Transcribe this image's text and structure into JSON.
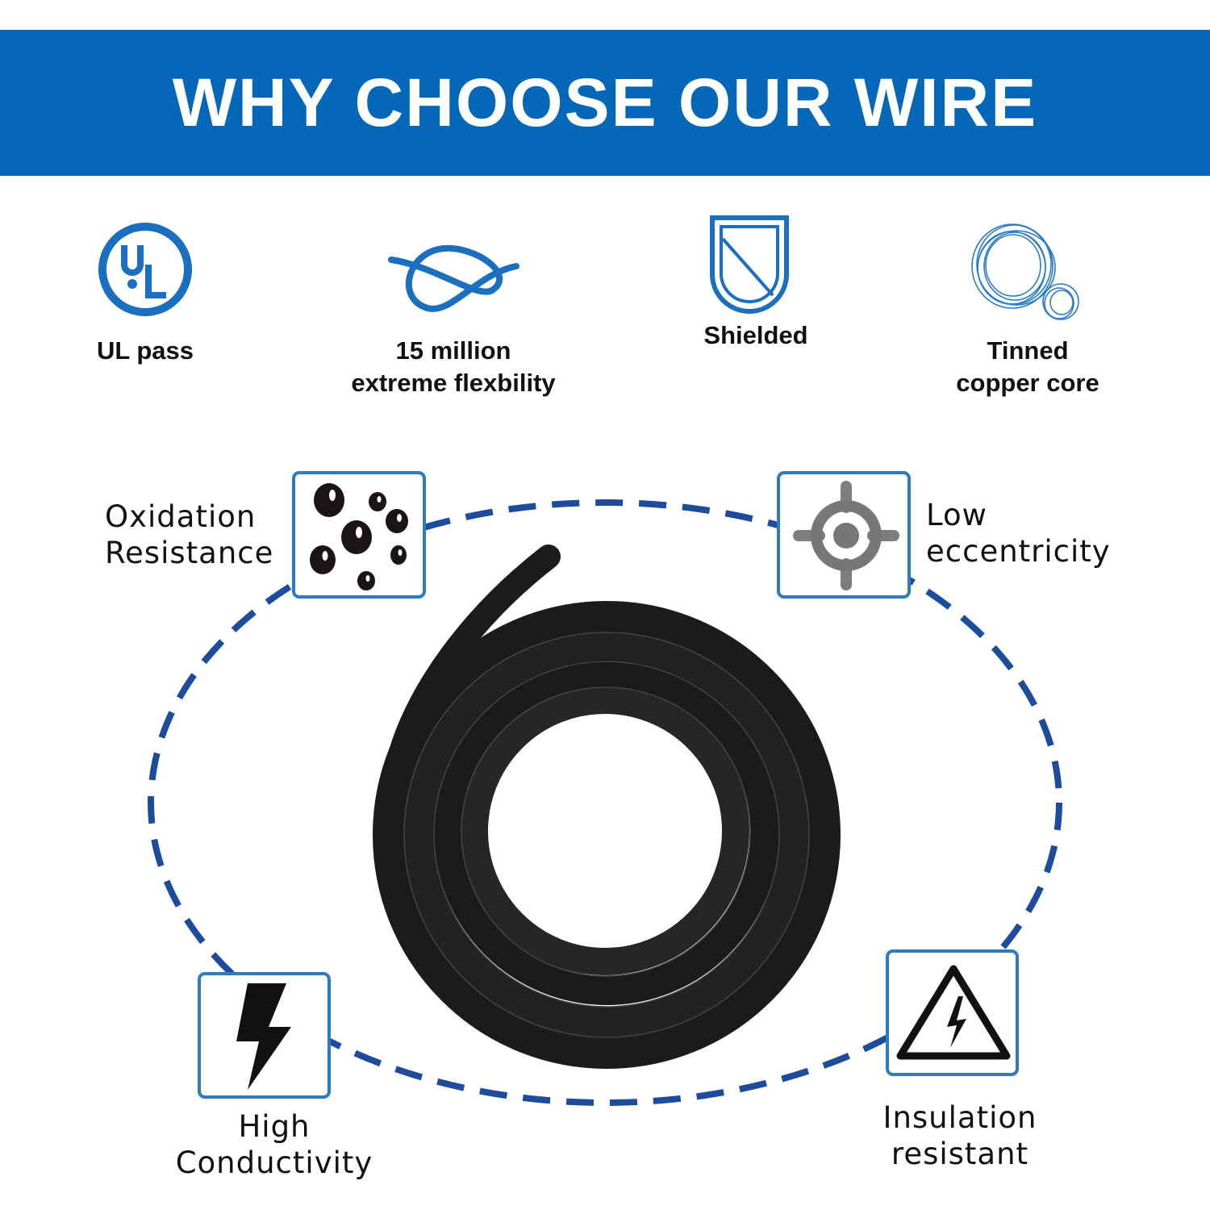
{
  "header": {
    "title": "WHY CHOOSE OUR WIRE"
  },
  "features": [
    {
      "icon": "ul-logo-icon",
      "lines": [
        "UL pass"
      ]
    },
    {
      "icon": "knot-icon",
      "lines": [
        "15 million",
        "extreme flexbility"
      ]
    },
    {
      "icon": "shield-icon",
      "lines": [
        "Shielded"
      ]
    },
    {
      "icon": "copper-coil-icon",
      "lines": [
        "Tinned",
        "copper core"
      ]
    }
  ],
  "benefits": [
    {
      "icon": "bubbles-icon",
      "lines": [
        "Oxidation",
        "Resistance"
      ]
    },
    {
      "icon": "target-icon",
      "lines": [
        "Low",
        "eccentricity"
      ]
    },
    {
      "icon": "lightning-icon",
      "lines": [
        "High",
        "Conductivity"
      ]
    },
    {
      "icon": "high-voltage-warning-icon",
      "lines": [
        "Insulation",
        "resistant"
      ]
    }
  ],
  "colors": {
    "banner": "#0567b7",
    "icon_blue": "#1a6fbf",
    "dash": "#1d4c9c",
    "box_border": "#2f7bbd",
    "cable": "#1b1b1b"
  }
}
